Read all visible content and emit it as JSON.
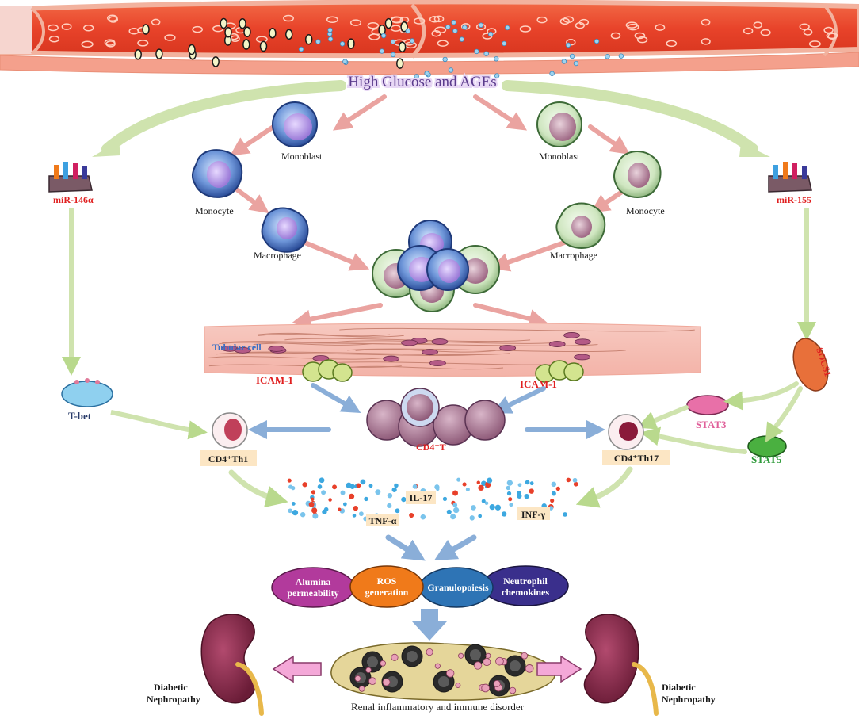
{
  "top": {
    "title": "High Glucose and AGEs"
  },
  "left_cells": {
    "monoblast": "Monoblast",
    "monocyte": "Monocyte",
    "macrophage": "Macrophage"
  },
  "right_cells": {
    "monoblast": "Monoblast",
    "monocyte": "Monocyte",
    "macrophage": "Macrophage"
  },
  "mirna": {
    "left": "miR-146α",
    "right": "miR-155"
  },
  "tissue": {
    "label": "Tubular cell",
    "icam_left": "ICAM-1",
    "icam_right": "ICAM-1"
  },
  "tcells": {
    "tbet": "T-bet",
    "th1": "CD4⁺Th1",
    "cd4t": "CD4⁺T",
    "th17": "CD4⁺Th17",
    "socs1": "SOCS1",
    "stat3": "STAT3",
    "stat5": "STAT5"
  },
  "cytokines": {
    "il17": "IL-17",
    "tnfa": "TNF-α",
    "infg": "INF-γ"
  },
  "effects": [
    {
      "line1": "Alumina",
      "line2": "permeability",
      "color": "#b23a9c"
    },
    {
      "line1": "ROS",
      "line2": "generation",
      "color": "#f07a1a"
    },
    {
      "line1": "Granulopoiesis",
      "line2": "",
      "color": "#2e74b5"
    },
    {
      "line1": "Neutrophil",
      "line2": "chemokines",
      "color": "#3a2f8c"
    }
  ],
  "bottom": {
    "left_label_1": "Diabetic",
    "left_label_2": "Nephropathy",
    "center_label": "Renal inflammatory and immune disorder",
    "right_label_1": "Diabetic",
    "right_label_2": "Nephropathy"
  },
  "colors": {
    "vessel_red": "#e8432a",
    "arrow_green": "#b9d98d",
    "arrow_pink": "#eaa3a0",
    "arrow_blue": "#8aaed8",
    "kidney": "#8a2a4a"
  }
}
